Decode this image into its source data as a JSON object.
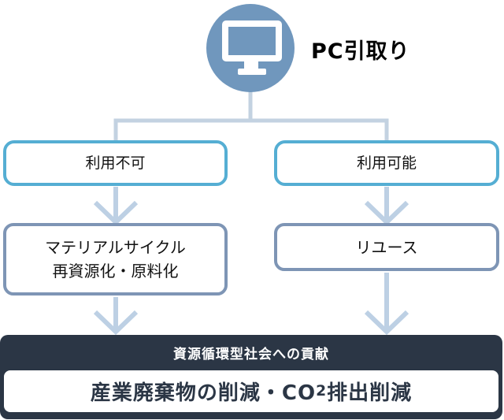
{
  "diagram": {
    "title": "PC引取り",
    "source_icon": "monitor-icon",
    "branches": [
      {
        "condition": "利用不可",
        "outcome_lines": [
          "マテリアルサイクル",
          "再資源化・原料化"
        ]
      },
      {
        "condition": "利用可能",
        "outcome_lines": [
          "リユース"
        ]
      }
    ],
    "banner": {
      "heading": "資源循環型社会への貢献",
      "result_prefix": "産業廃棄物の削減・CO",
      "result_sub": "2",
      "result_suffix": "排出削減"
    },
    "colors": {
      "circle_blue": "#7097bd",
      "condition_border_cyan": "#55aed3",
      "outcome_border_steel": "#7e95b5",
      "connector_line": "#c3d2e1",
      "arrow_light_blue": "#bdd0e4",
      "banner_navy": "#2b3645",
      "text_black": "#111111",
      "icon_white": "#ffffff"
    }
  }
}
